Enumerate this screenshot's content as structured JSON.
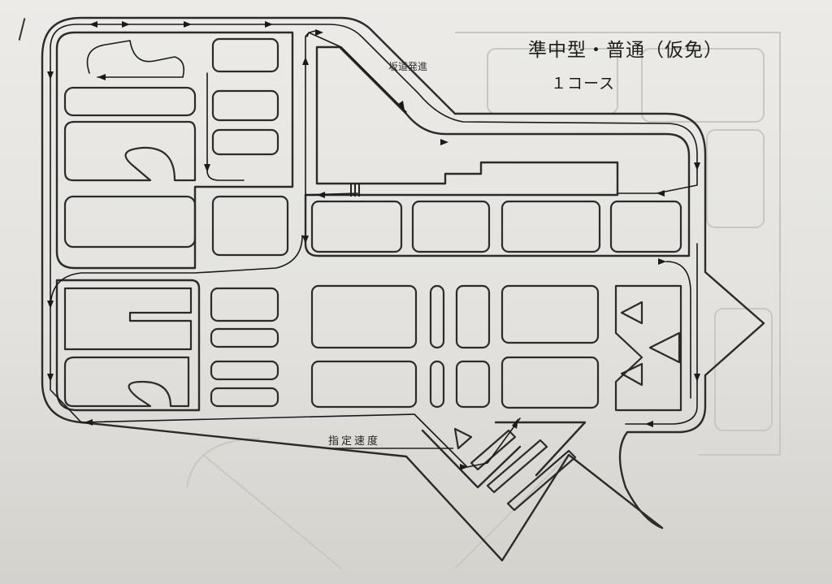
{
  "map": {
    "title": "準中型・普通（仮免）",
    "subtitle": "１コース",
    "labels": {
      "hill_start": "坂道発進",
      "designated_speed": "指定速度"
    },
    "colors": {
      "paper": "#e8e7e3",
      "ink": "#2b2b2b",
      "ghost": "#c9c7c2"
    },
    "route": {
      "type": "driving-course",
      "direction_markers": "arrowheads along route"
    }
  }
}
